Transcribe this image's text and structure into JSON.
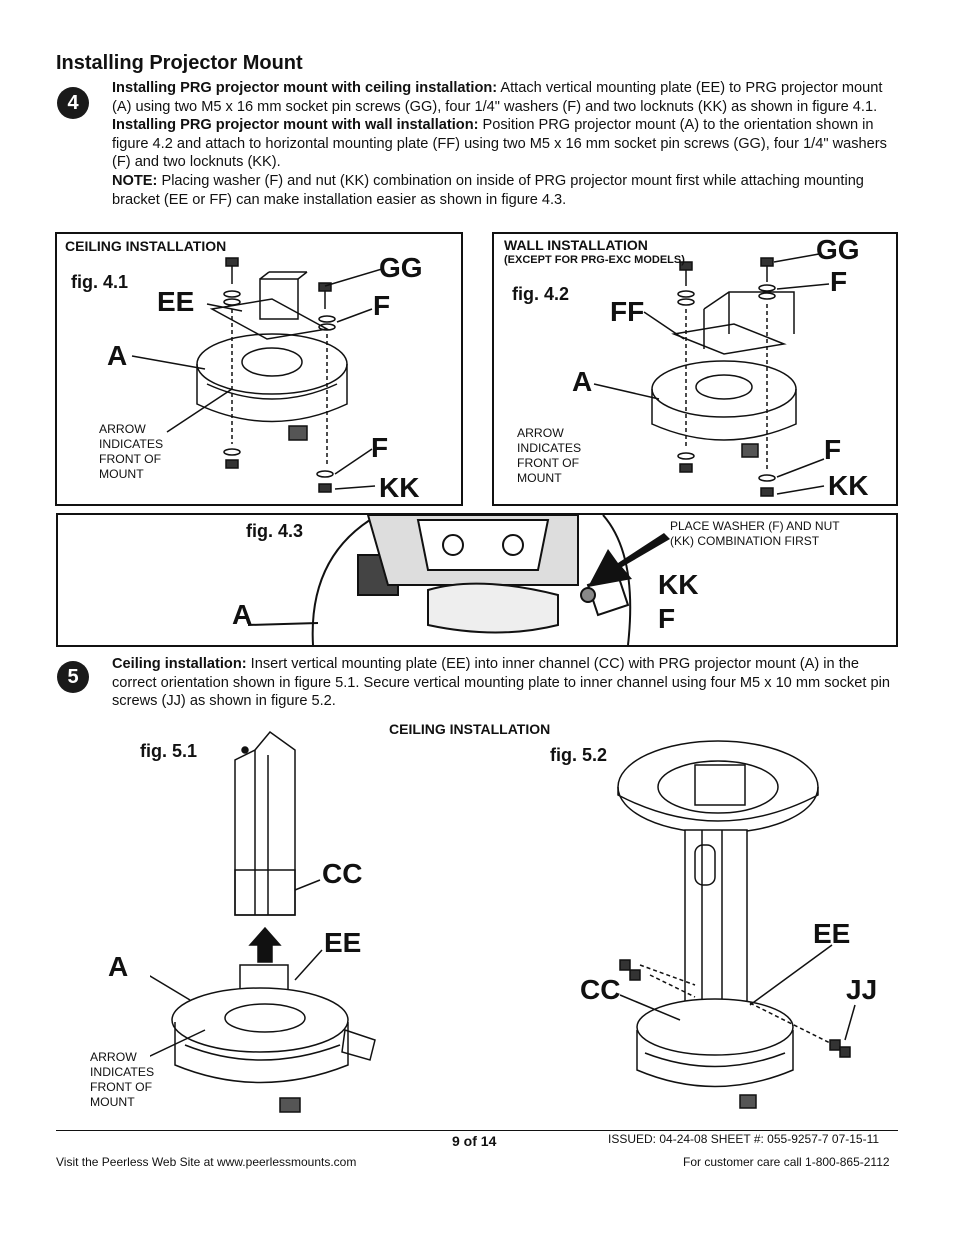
{
  "heading": "Installing Projector Mount",
  "step4": {
    "number": "4",
    "p1_bold": "Installing PRG projector mount with ceiling installation:",
    "p1_text": " Attach vertical mounting plate (EE) to PRG projector mount (A) using two M5 x 16 mm socket pin screws (GG), four 1/4\" washers (F) and two locknuts (KK) as shown in figure 4.1.",
    "p2_bold": "Installing PRG projector mount with wall installation:",
    "p2_text": " Position PRG projector mount (A) to the orientation shown in figure 4.2 and attach to horizontal mounting plate (FF) using two M5 x 16 mm socket pin screws (GG), four 1/4\" washers (F) and two locknuts (KK).",
    "p3_bold": "NOTE:",
    "p3_text": " Placing washer (F) and nut (KK) combination on inside of PRG projector mount first while attaching mounting bracket (EE or FF) can make installation easier as shown in figure 4.3."
  },
  "fig41": {
    "title": "CEILING INSTALLATION",
    "fig": "fig. 4.1",
    "labels": {
      "gg": "GG",
      "ee": "EE",
      "f_top": "F",
      "a": "A",
      "f_bot": "F",
      "kk": "KK"
    },
    "arrow_note": [
      "ARROW",
      "INDICATES",
      "FRONT OF",
      "MOUNT"
    ]
  },
  "fig42": {
    "title": "WALL INSTALLATION",
    "subtitle": "(EXCEPT FOR PRG-EXC MODELS)",
    "fig": "fig. 4.2",
    "labels": {
      "gg": "GG",
      "f_top": "F",
      "ff": "FF",
      "a": "A",
      "f_bot": "F",
      "kk": "KK"
    },
    "arrow_note": [
      "ARROW",
      "INDICATES",
      "FRONT OF",
      "MOUNT"
    ]
  },
  "fig43": {
    "fig": "fig. 4.3",
    "note_line1": "PLACE WASHER (F) AND NUT",
    "note_line2": "(KK) COMBINATION FIRST",
    "labels": {
      "a": "A",
      "kk": "KK",
      "f": "F"
    }
  },
  "step5": {
    "number": "5",
    "p_bold": "Ceiling installation:",
    "p_text": " Insert vertical mounting plate (EE) into inner channel (CC) with PRG projector mount (A) in the correct orientation shown in figure 5.1. Secure vertical mounting plate to inner channel using four M5 x 10 mm socket pin screws (JJ) as shown in figure 5.2."
  },
  "fig5": {
    "title": "CEILING INSTALLATION",
    "fig51": "fig. 5.1",
    "fig52": "fig. 5.2",
    "labels51": {
      "cc": "CC",
      "ee": "EE",
      "a": "A"
    },
    "labels52": {
      "ee": "EE",
      "cc": "CC",
      "jj": "JJ"
    },
    "arrow_note": [
      "ARROW",
      "INDICATES",
      "FRONT OF",
      "MOUNT"
    ]
  },
  "footer": {
    "page": "9 of 14",
    "issued": "ISSUED: 04-24-08  SHEET #: 055-9257-7  07-15-11",
    "website": "Visit the Peerless Web Site at www.peerlessmounts.com",
    "care": "For customer care call 1-800-865-2112"
  }
}
